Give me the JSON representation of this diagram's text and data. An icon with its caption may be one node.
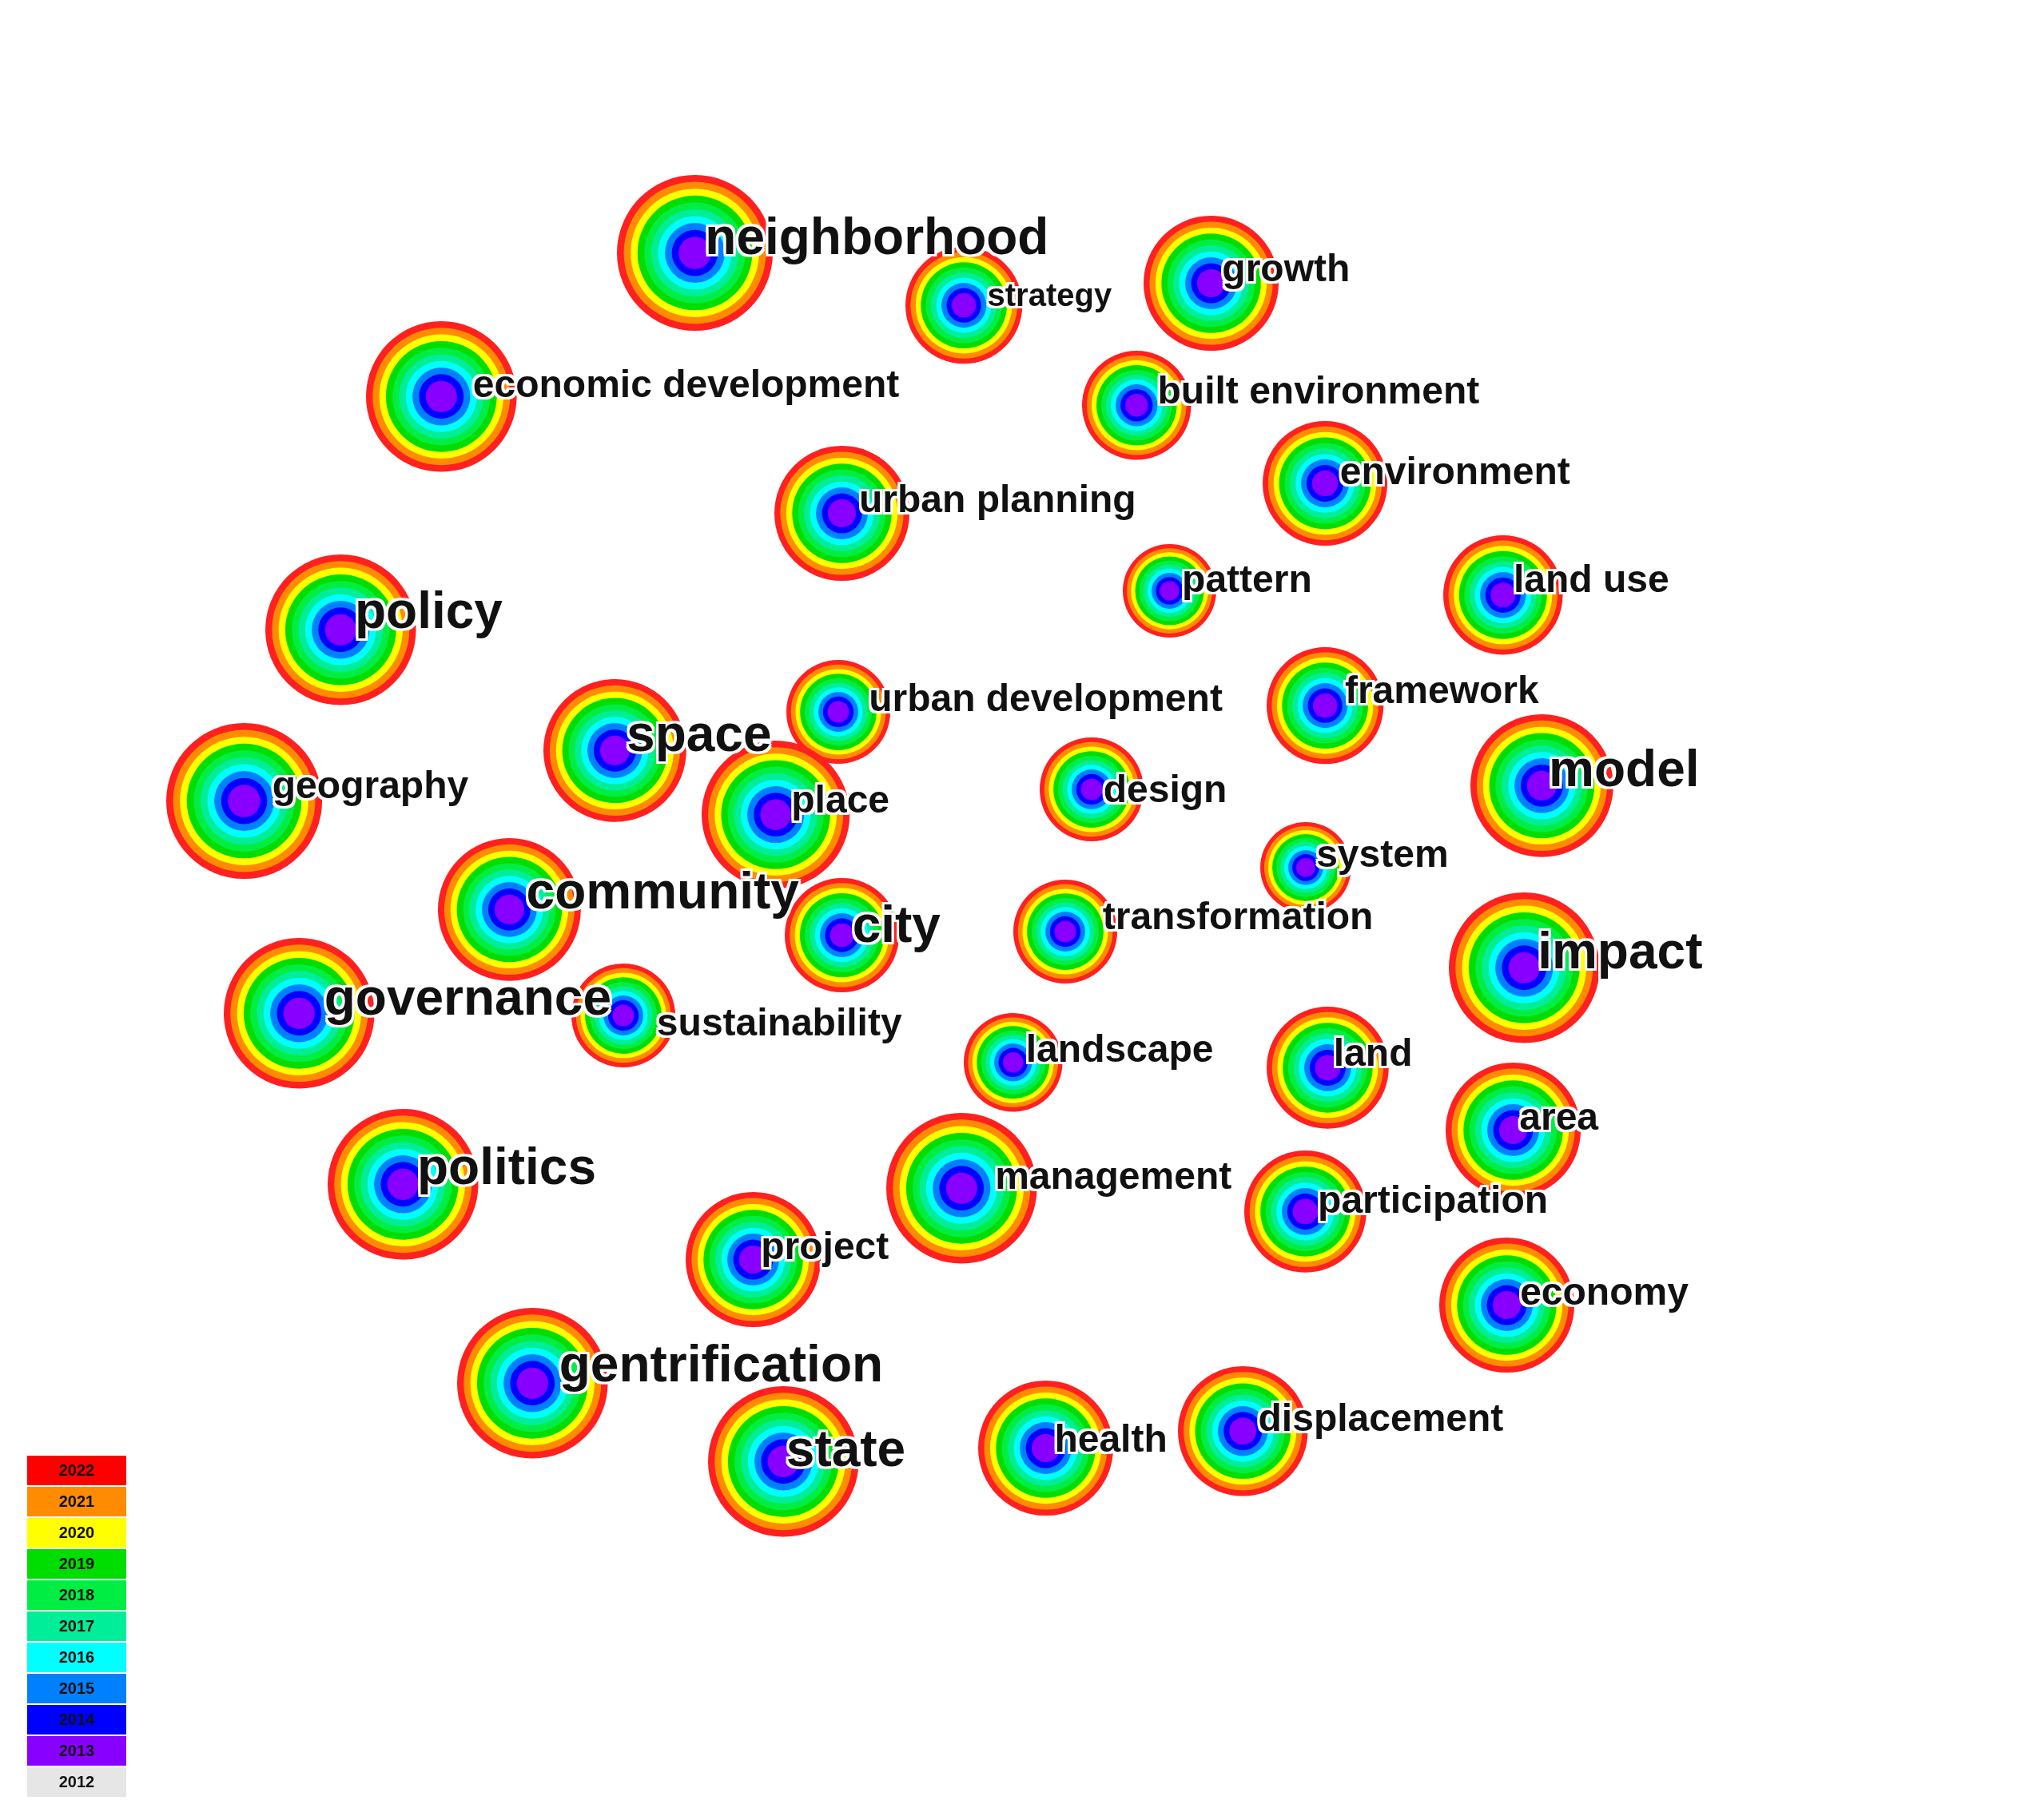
{
  "diagram": {
    "nodes": [
      {
        "text": [
          "neighborhood"
        ]
      },
      {
        "text": [
          "strategy"
        ]
      },
      {
        "text": [
          "growth"
        ]
      },
      {
        "text": [
          "economic development"
        ]
      },
      {
        "text": [
          "built environment"
        ]
      },
      {
        "text": [
          "urban planning"
        ]
      },
      {
        "text": [
          "environment"
        ]
      },
      {
        "text": [
          "pattern"
        ]
      },
      {
        "text": [
          "land use"
        ]
      },
      {
        "text": [
          "policy"
        ]
      },
      {
        "text": [
          "urban development"
        ]
      },
      {
        "text": [
          "framework"
        ]
      },
      {
        "text": [
          "space"
        ]
      },
      {
        "text": [
          "geography"
        ]
      },
      {
        "text": [
          "place"
        ]
      },
      {
        "text": [
          "design"
        ]
      },
      {
        "text": [
          "model"
        ]
      },
      {
        "text": [
          "system"
        ]
      },
      {
        "text": [
          "community"
        ]
      },
      {
        "text": [
          "city"
        ]
      },
      {
        "text": [
          "transformation"
        ]
      },
      {
        "text": [
          "impact"
        ]
      },
      {
        "text": [
          "governance"
        ]
      },
      {
        "text": [
          "sustainability"
        ]
      },
      {
        "text": [
          "landscape"
        ]
      },
      {
        "text": [
          "land"
        ]
      },
      {
        "text": [
          "area"
        ]
      },
      {
        "text": [
          "politics"
        ]
      },
      {
        "text": [
          "management"
        ]
      },
      {
        "text": [
          "participation"
        ]
      },
      {
        "text": [
          "project"
        ]
      },
      {
        "text": [
          "economy"
        ]
      },
      {
        "text": [
          "gentrification"
        ]
      },
      {
        "text": [
          "state"
        ]
      },
      {
        "text": [
          "health"
        ]
      },
      {
        "text": [
          "displacement"
        ]
      }
    ],
    "legend": [
      {
        "text": "2022",
        "color": "#ff0000"
      },
      {
        "text": "2021",
        "color": "#ff8c00"
      },
      {
        "text": "2020",
        "color": "#ffff00"
      },
      {
        "text": "2019",
        "color": "#00dd00"
      },
      {
        "text": "2018",
        "color": "#00ee44"
      },
      {
        "text": "2017",
        "color": "#00ee99"
      },
      {
        "text": "2016",
        "color": "#00ffff"
      },
      {
        "text": "2015",
        "color": "#0080ff"
      },
      {
        "text": "2014",
        "color": "#0000ff"
      },
      {
        "text": "2013",
        "color": "#8800ff"
      },
      {
        "text": "2012",
        "color": "#e6e6e6"
      }
    ]
  }
}
